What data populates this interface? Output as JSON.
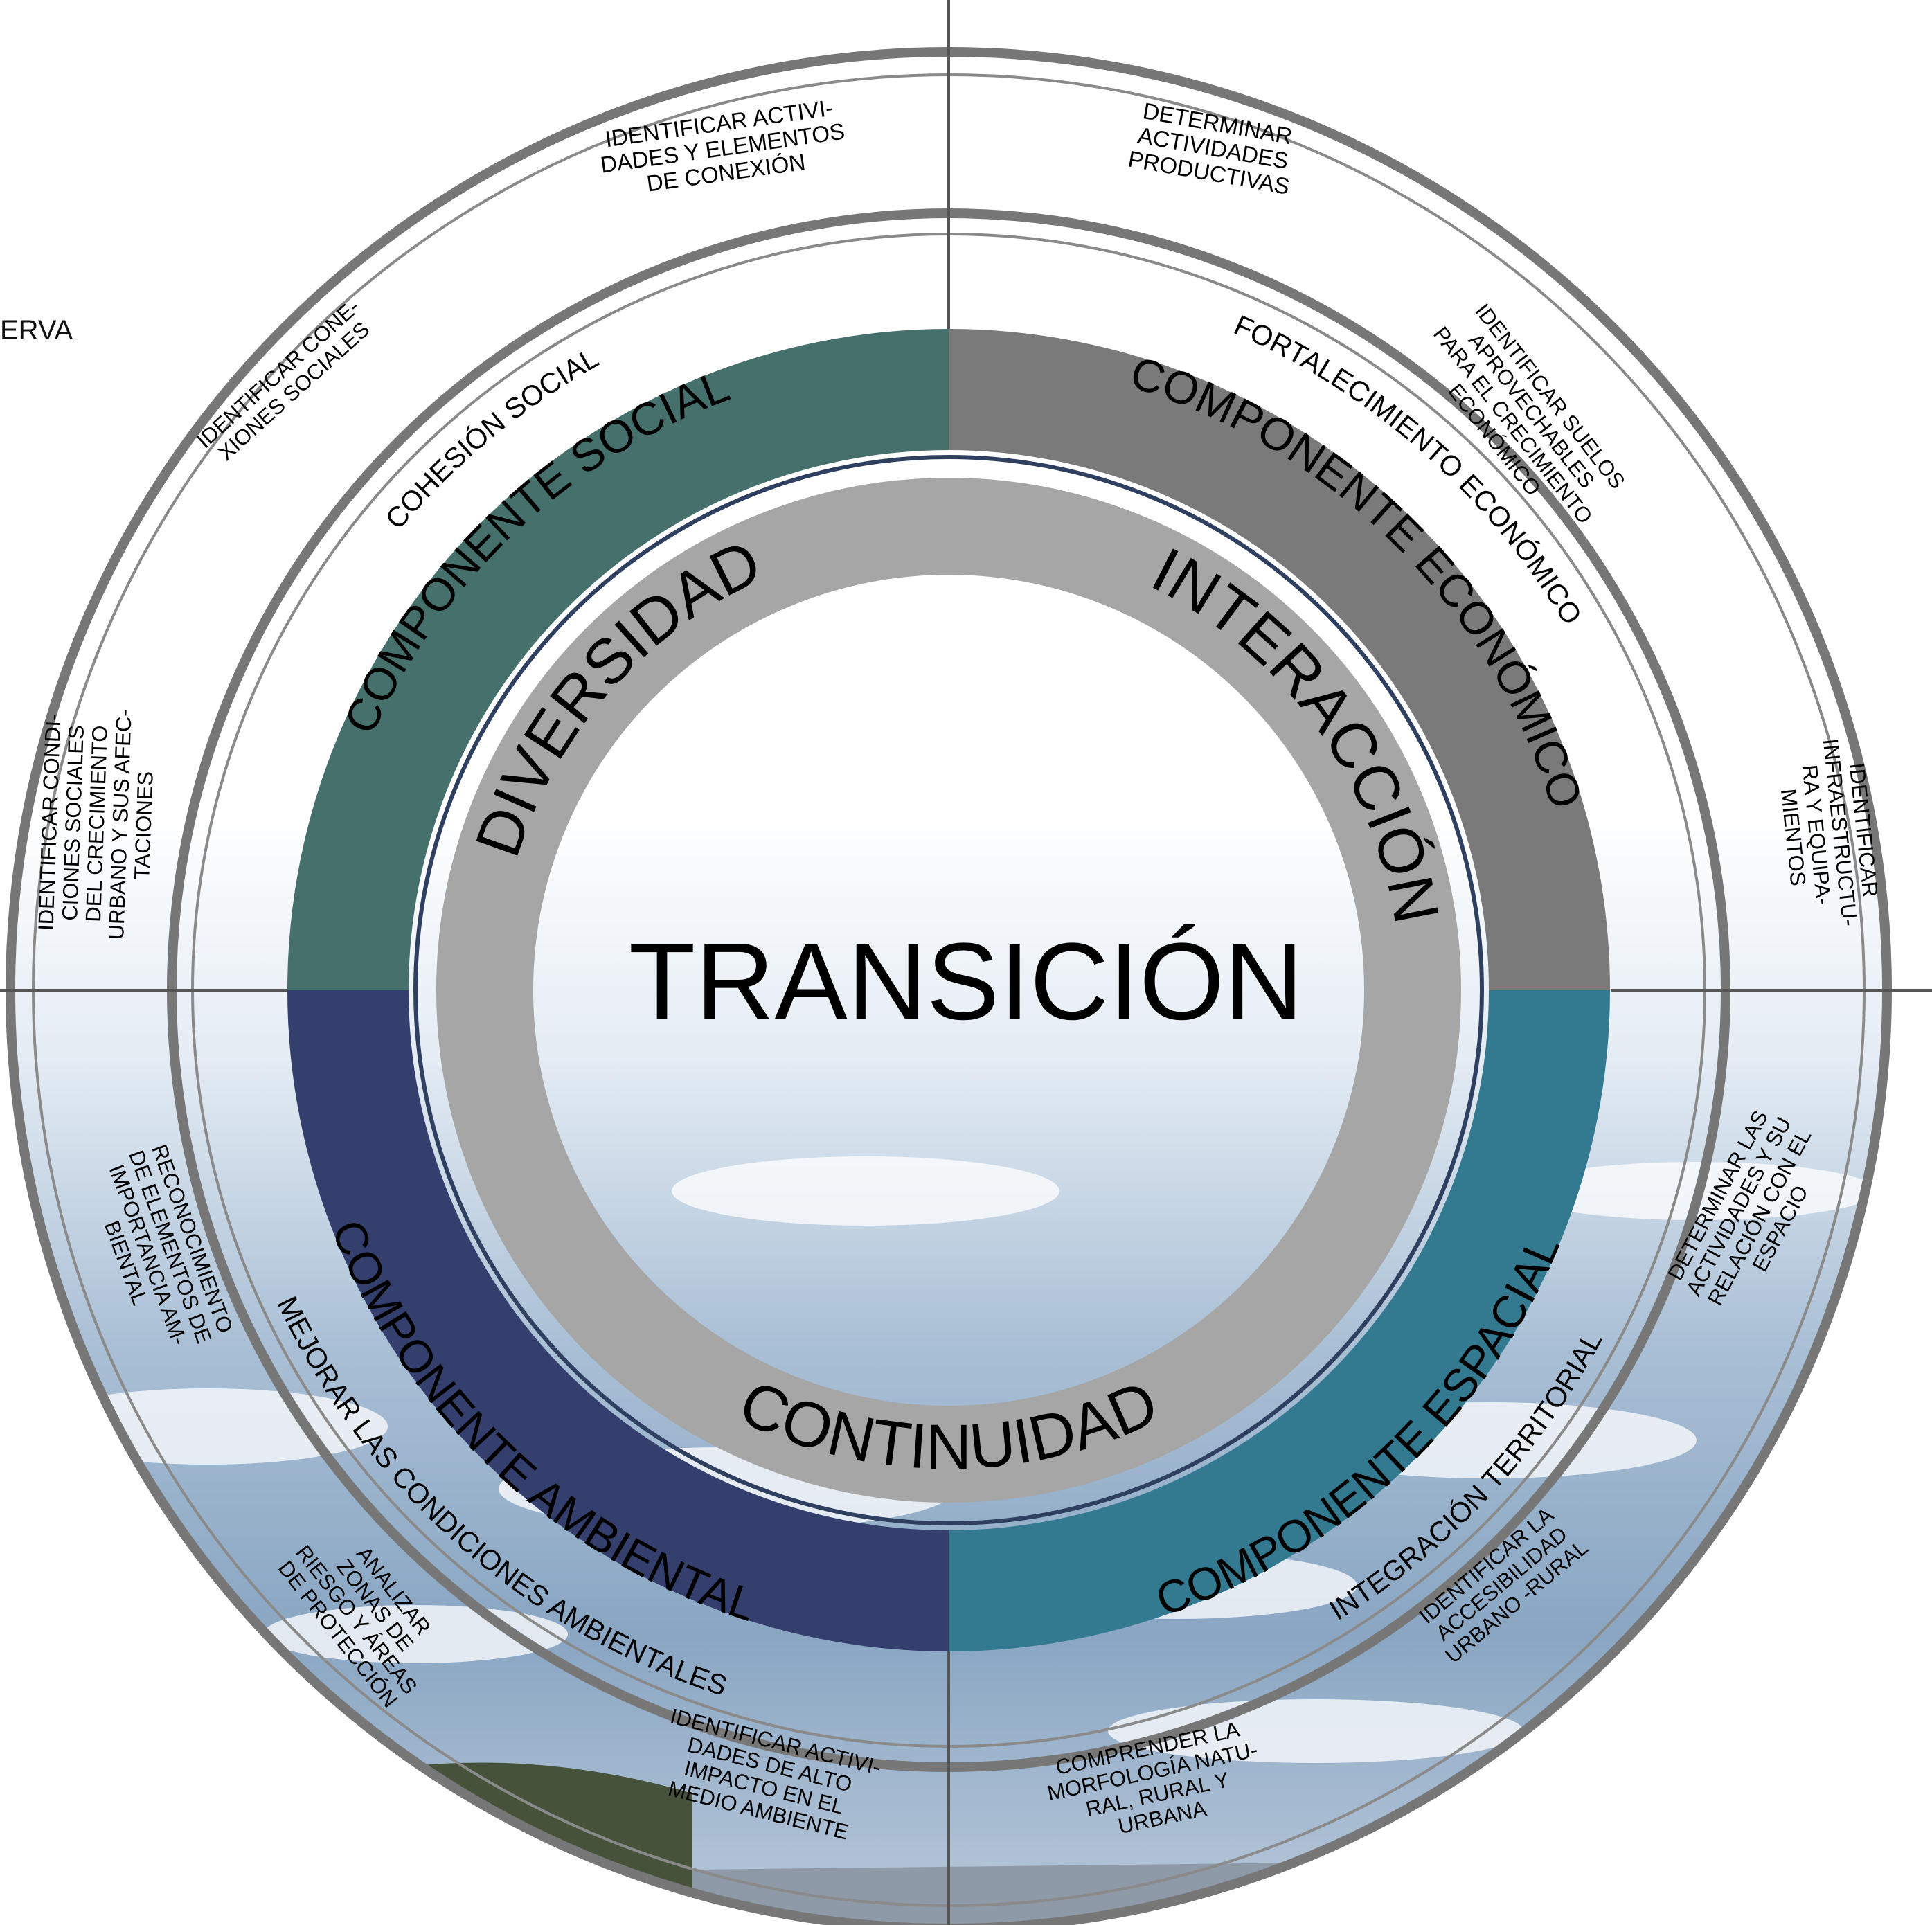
{
  "center": {
    "title": "TRANSICIÓN"
  },
  "core_ring": [
    "DIVERSIDAD",
    "INTERACCIÓN",
    "CONTINUIDAD"
  ],
  "components": [
    {
      "key": "social",
      "label": "COMPONENTE SOCIAL",
      "goal": "COHESIÓN SOCIAL",
      "color": "#46706c"
    },
    {
      "key": "economico",
      "label": "COMPONENTE ECONÓMICO",
      "goal": "FORTALECIMIENTO ECONÓMICO",
      "color": "#7a7a7a"
    },
    {
      "key": "espacial",
      "label": "COMPONENTE ESPACIAL",
      "goal": "INTEGRACIÓN TERRITORIAL",
      "color": "#33798f"
    },
    {
      "key": "ambiental",
      "label": "COMPONENTE AMBIENTAL",
      "goal": "MEJORAR LAS CONDICIONES AMBIENTALES",
      "color": "#343f6d"
    }
  ],
  "actions": [
    {
      "key": "conexion",
      "lines": [
        "IDENTIFICAR ACTIVI-",
        "DADES Y ELEMENTOS",
        "DE CONEXIÓN"
      ]
    },
    {
      "key": "productivas",
      "lines": [
        "DETERMINAR",
        "ACTIVIDADES",
        "PRODUCTIVAS"
      ]
    },
    {
      "key": "suelos",
      "lines": [
        "IDENTIFICAR SUELOS",
        "APROVECHABLES",
        "PARA EL CRECIMIENTO",
        "ECONÓMICO"
      ]
    },
    {
      "key": "infraestructura",
      "lines": [
        "IDENTIFICAR",
        "INFRAESTRUCTU-",
        "RA Y EQUIPA-",
        "MIENTOS"
      ]
    },
    {
      "key": "relacion",
      "lines": [
        "DETERMINAR  LAS",
        "ACTIVIDADES Y SU",
        "RELACIÓN CON EL",
        "ESPACIO"
      ]
    },
    {
      "key": "accesibilidad",
      "lines": [
        "IDENTIFICAR LA",
        "ACCESIBILIDAD",
        "URBANO -RURAL"
      ]
    },
    {
      "key": "morfologia",
      "lines": [
        "COMPRENDER LA",
        "MORFOLOGÍA NATU-",
        "RAL, RURAL Y",
        "URBANA"
      ]
    },
    {
      "key": "impacto",
      "lines": [
        "IDENTIFICAR ACTIVI-",
        "DADES DE ALTO",
        "IMPACTO EN EL",
        "MEDIO AMBIENTE"
      ]
    },
    {
      "key": "riesgo",
      "lines": [
        "ANALIZAR",
        "ZONAS DE",
        "RIESGO Y ÁREAS",
        "DE PROTECCIÓN"
      ]
    },
    {
      "key": "importancia",
      "lines": [
        "RECONOCIMIENTO",
        "DE ELEMENTOS DE",
        "IMPORTANCIA AM-",
        "BIENTAL"
      ]
    },
    {
      "key": "condiciones",
      "lines": [
        "IDENTIFICAR CONDI-",
        "CIONES SOCIALES",
        "DEL CRECIMIENTO",
        "URBANO Y SUS AFEC-",
        "TACIONES"
      ]
    },
    {
      "key": "conexiones",
      "lines": [
        "IDENTIFICAR CONE-",
        "XIONES SOCIALES"
      ]
    }
  ],
  "stray_text": "ERVA"
}
